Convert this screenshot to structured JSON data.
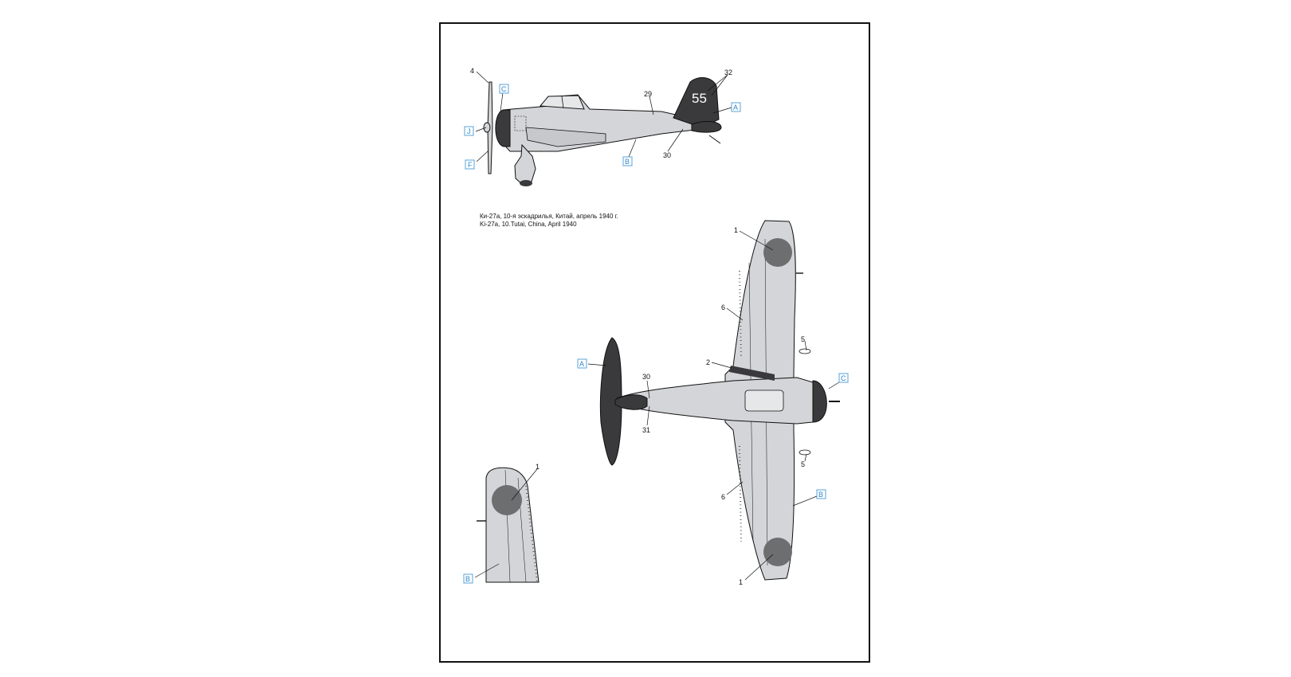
{
  "caption": {
    "line_ru": "Ки-27а, 10-я эскадрилья, Китай, апрель 1940 г.",
    "line_en": "Ki-27a, 10.Tutai, China, April 1940"
  },
  "tail_number": "55",
  "colors": {
    "light_grey": "#d3d5d8",
    "dark_grey": "#3a3a3c",
    "hinomaru": "#6d6e70",
    "callout_blue": "#2e86c9",
    "outline": "#111111"
  },
  "side_view": {
    "numbers": {
      "n4": "4",
      "n29": "29",
      "n32": "32",
      "n30": "30"
    },
    "tags": {
      "c": "C",
      "j": "J",
      "f": "F",
      "b": "B",
      "a": "A"
    }
  },
  "plan_view": {
    "numbers": {
      "n1_top": "1",
      "n6_top": "6",
      "n5_top": "5",
      "n2": "2",
      "n30": "30",
      "n31": "31",
      "n5_bottom": "5",
      "n6_bottom": "6",
      "n1_bottom": "1"
    },
    "tags": {
      "a": "A",
      "c": "C",
      "b": "B"
    }
  },
  "wing_detail": {
    "numbers": {
      "n1": "1"
    },
    "tags": {
      "b": "B"
    }
  }
}
